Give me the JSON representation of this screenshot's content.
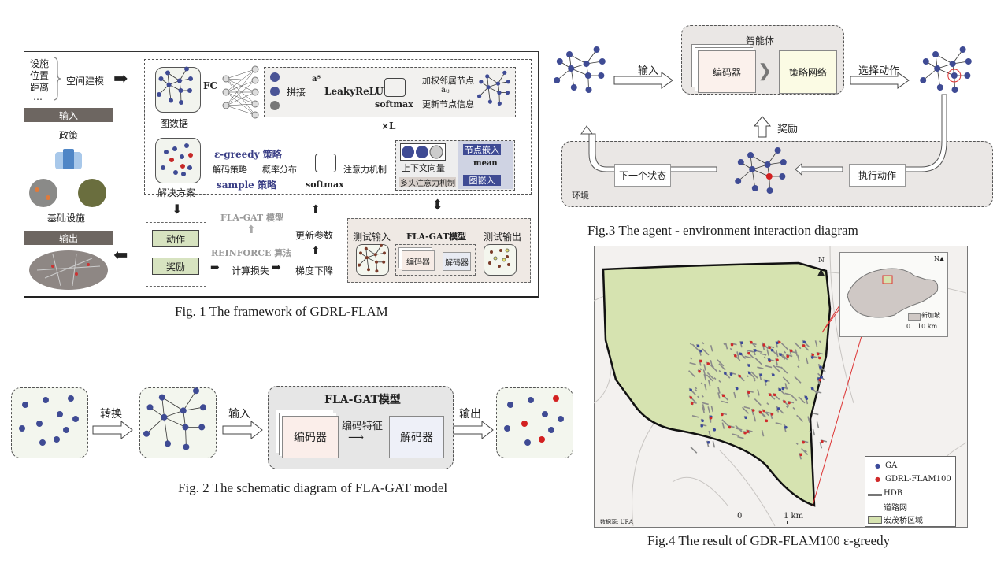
{
  "fig1": {
    "caption": "Fig. 1   The framework of GDRL-FLAM",
    "inputs": [
      "设施",
      "位置",
      "距离",
      "…"
    ],
    "spatial_modeling": "空间建模",
    "input_bar": "输入",
    "policy": "政策",
    "infrastructure": "基础设施",
    "output_bar": "输出",
    "fc": "FC",
    "graph_data": "图数据",
    "concat": "拼接",
    "a_t": "aᵀ",
    "leaky": "LeakyReLU",
    "softmax": "softmax",
    "weighted": "加权邻居节点",
    "aij": "aᵢⱼ",
    "update": "更新节点信息",
    "xL": "×L",
    "node_embed": "节点嵌入",
    "mean": "mean",
    "graph_embed": "图嵌入",
    "context": "上下文向量",
    "multihead": "多头注意力机制",
    "attention": "注意力机制",
    "prob": "概率分布",
    "decode": "解码策略",
    "egreedy": "ε-greedy 策略",
    "sample": "sample 策略",
    "solution": "解决方案",
    "action": "动作",
    "reward": "奖励",
    "flagat_model_gray": "FLA-GAT 模型",
    "reinforce": "REINFORCE 算法",
    "update_params": "更新参数",
    "compute_loss": "计算损失",
    "grad_desc": "梯度下降",
    "test_input": "测试输入",
    "flagat_model": "FLA-GAT模型",
    "test_output": "测试输出",
    "encoder": "编码器",
    "decoder": "解码器"
  },
  "fig2": {
    "caption": "Fig. 2   The schematic diagram of FLA-GAT model",
    "convert": "转换",
    "input": "输入",
    "output": "输出",
    "model": "FLA-GAT模型",
    "encoder": "编码器",
    "feature": "编码特征",
    "decoder": "解码器"
  },
  "fig3": {
    "caption": "Fig.3   The agent - environment interaction diagram",
    "agent": "智能体",
    "encoder": "编码器",
    "policy_net": "策略网络",
    "input": "输入",
    "select_action": "选择动作",
    "reward": "奖励",
    "next_state": "下一个状态",
    "execute_action": "执行动作",
    "env": "环境"
  },
  "fig4": {
    "caption": "Fig.4   The result of GDR-FLAM100 ε-greedy",
    "north": "N",
    "inset_legend": "新加坡",
    "inset_scale": [
      "0",
      "10 km"
    ],
    "scale": [
      "0",
      "1 km"
    ],
    "source": "数据源: URA",
    "legend": [
      "GA",
      "GDRL-FLAM100",
      "HDB",
      "道路网",
      "宏茂桥区域"
    ],
    "colors": {
      "ga": "#3b4a9a",
      "gdrl": "#d02a2a",
      "region": "#d6e3b0",
      "hdb": "#777777"
    }
  }
}
